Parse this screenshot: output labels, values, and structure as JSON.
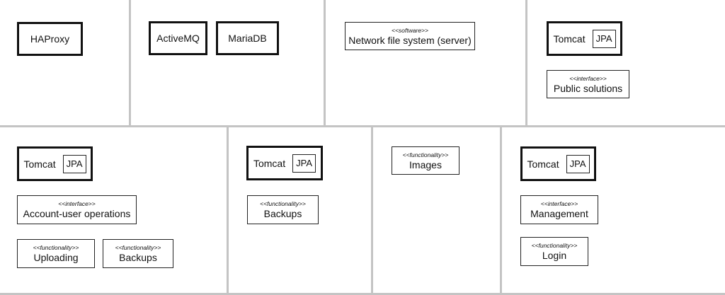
{
  "top_row": {
    "panel1": {
      "haproxy": "HAProxy"
    },
    "panel2": {
      "activemq": "ActiveMQ",
      "mariadb": "MariaDB"
    },
    "panel3": {
      "nfs": {
        "stereotype": "<<software>>",
        "label": "Network file system (server)"
      }
    },
    "panel4": {
      "tomcat": "Tomcat",
      "jpa": "JPA",
      "public_solutions": {
        "stereotype": "<<interface>>",
        "label": "Public solutions"
      }
    }
  },
  "bottom_row": {
    "panel5": {
      "tomcat": "Tomcat",
      "jpa": "JPA",
      "account_ops": {
        "stereotype": "<<interface>>",
        "label": "Account-user operations"
      },
      "uploading": {
        "stereotype": "<<functionality>>",
        "label": "Uploading"
      },
      "backups": {
        "stereotype": "<<functionality>>",
        "label": "Backups"
      }
    },
    "panel6": {
      "tomcat": "Tomcat",
      "jpa": "JPA",
      "backups": {
        "stereotype": "<<functionality>>",
        "label": "Backups"
      }
    },
    "panel7": {
      "images": {
        "stereotype": "<<functionality>>",
        "label": "Images"
      }
    },
    "panel8": {
      "tomcat": "Tomcat",
      "jpa": "JPA",
      "management": {
        "stereotype": "<<interface>>",
        "label": "Management"
      },
      "login": {
        "stereotype": "<<functionality>>",
        "label": "Login"
      }
    }
  }
}
